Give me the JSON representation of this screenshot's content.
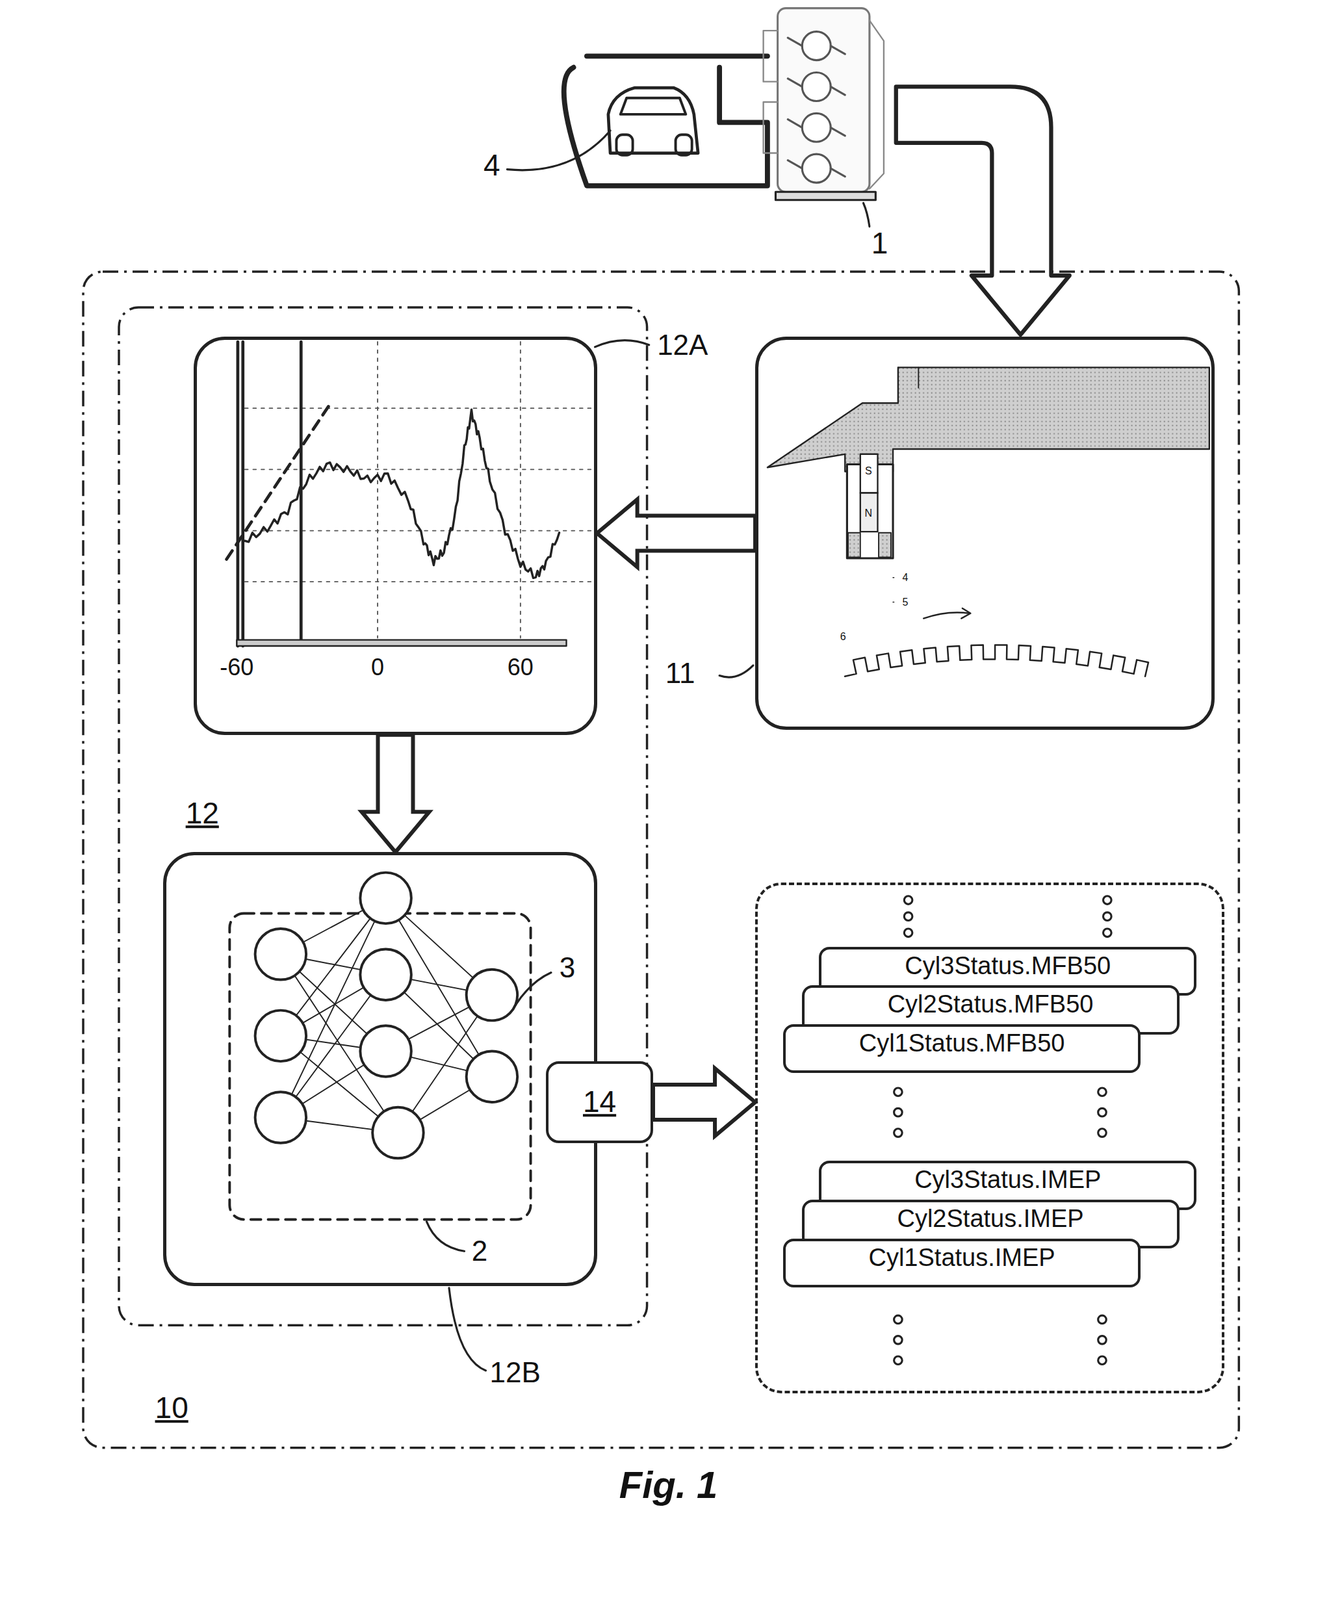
{
  "diagram": {
    "caption": "Fig. 1",
    "nodes": [
      {
        "text": [
          "10"
        ]
      },
      {
        "text": [
          "12"
        ],
        "in": 0
      },
      {
        "text": [
          "12A",
          "-60",
          "0",
          "60"
        ],
        "in": 1
      },
      {
        "text": [
          "12B"
        ],
        "in": 1
      },
      {
        "text": [
          "14"
        ],
        "in": 0
      },
      {
        "text": [
          "11"
        ],
        "in": 0
      },
      {
        "text": [],
        "in": 0
      },
      {
        "text": [
          "Cyl3Status.MFB50"
        ],
        "in": 6
      },
      {
        "text": [
          "Cyl2Status.MFB50"
        ],
        "in": 6
      },
      {
        "text": [
          "Cyl1Status.MFB50"
        ],
        "in": 6
      },
      {
        "text": [
          "Cyl3Status.IMEP"
        ],
        "in": 6
      },
      {
        "text": [
          "Cyl2Status.IMEP"
        ],
        "in": 6
      },
      {
        "text": [
          "Cyl1Status.IMEP"
        ],
        "in": 6
      }
    ],
    "edges": [
      {
        "from": 5,
        "to": 2,
        "arrow": "to"
      },
      {
        "from": 2,
        "to": 3,
        "arrow": "to"
      },
      {
        "from": 4,
        "to": 6,
        "arrow": "to"
      }
    ],
    "labels": [
      "4",
      "1",
      "S",
      "N",
      "4",
      "5",
      "6",
      "3",
      "2"
    ]
  }
}
